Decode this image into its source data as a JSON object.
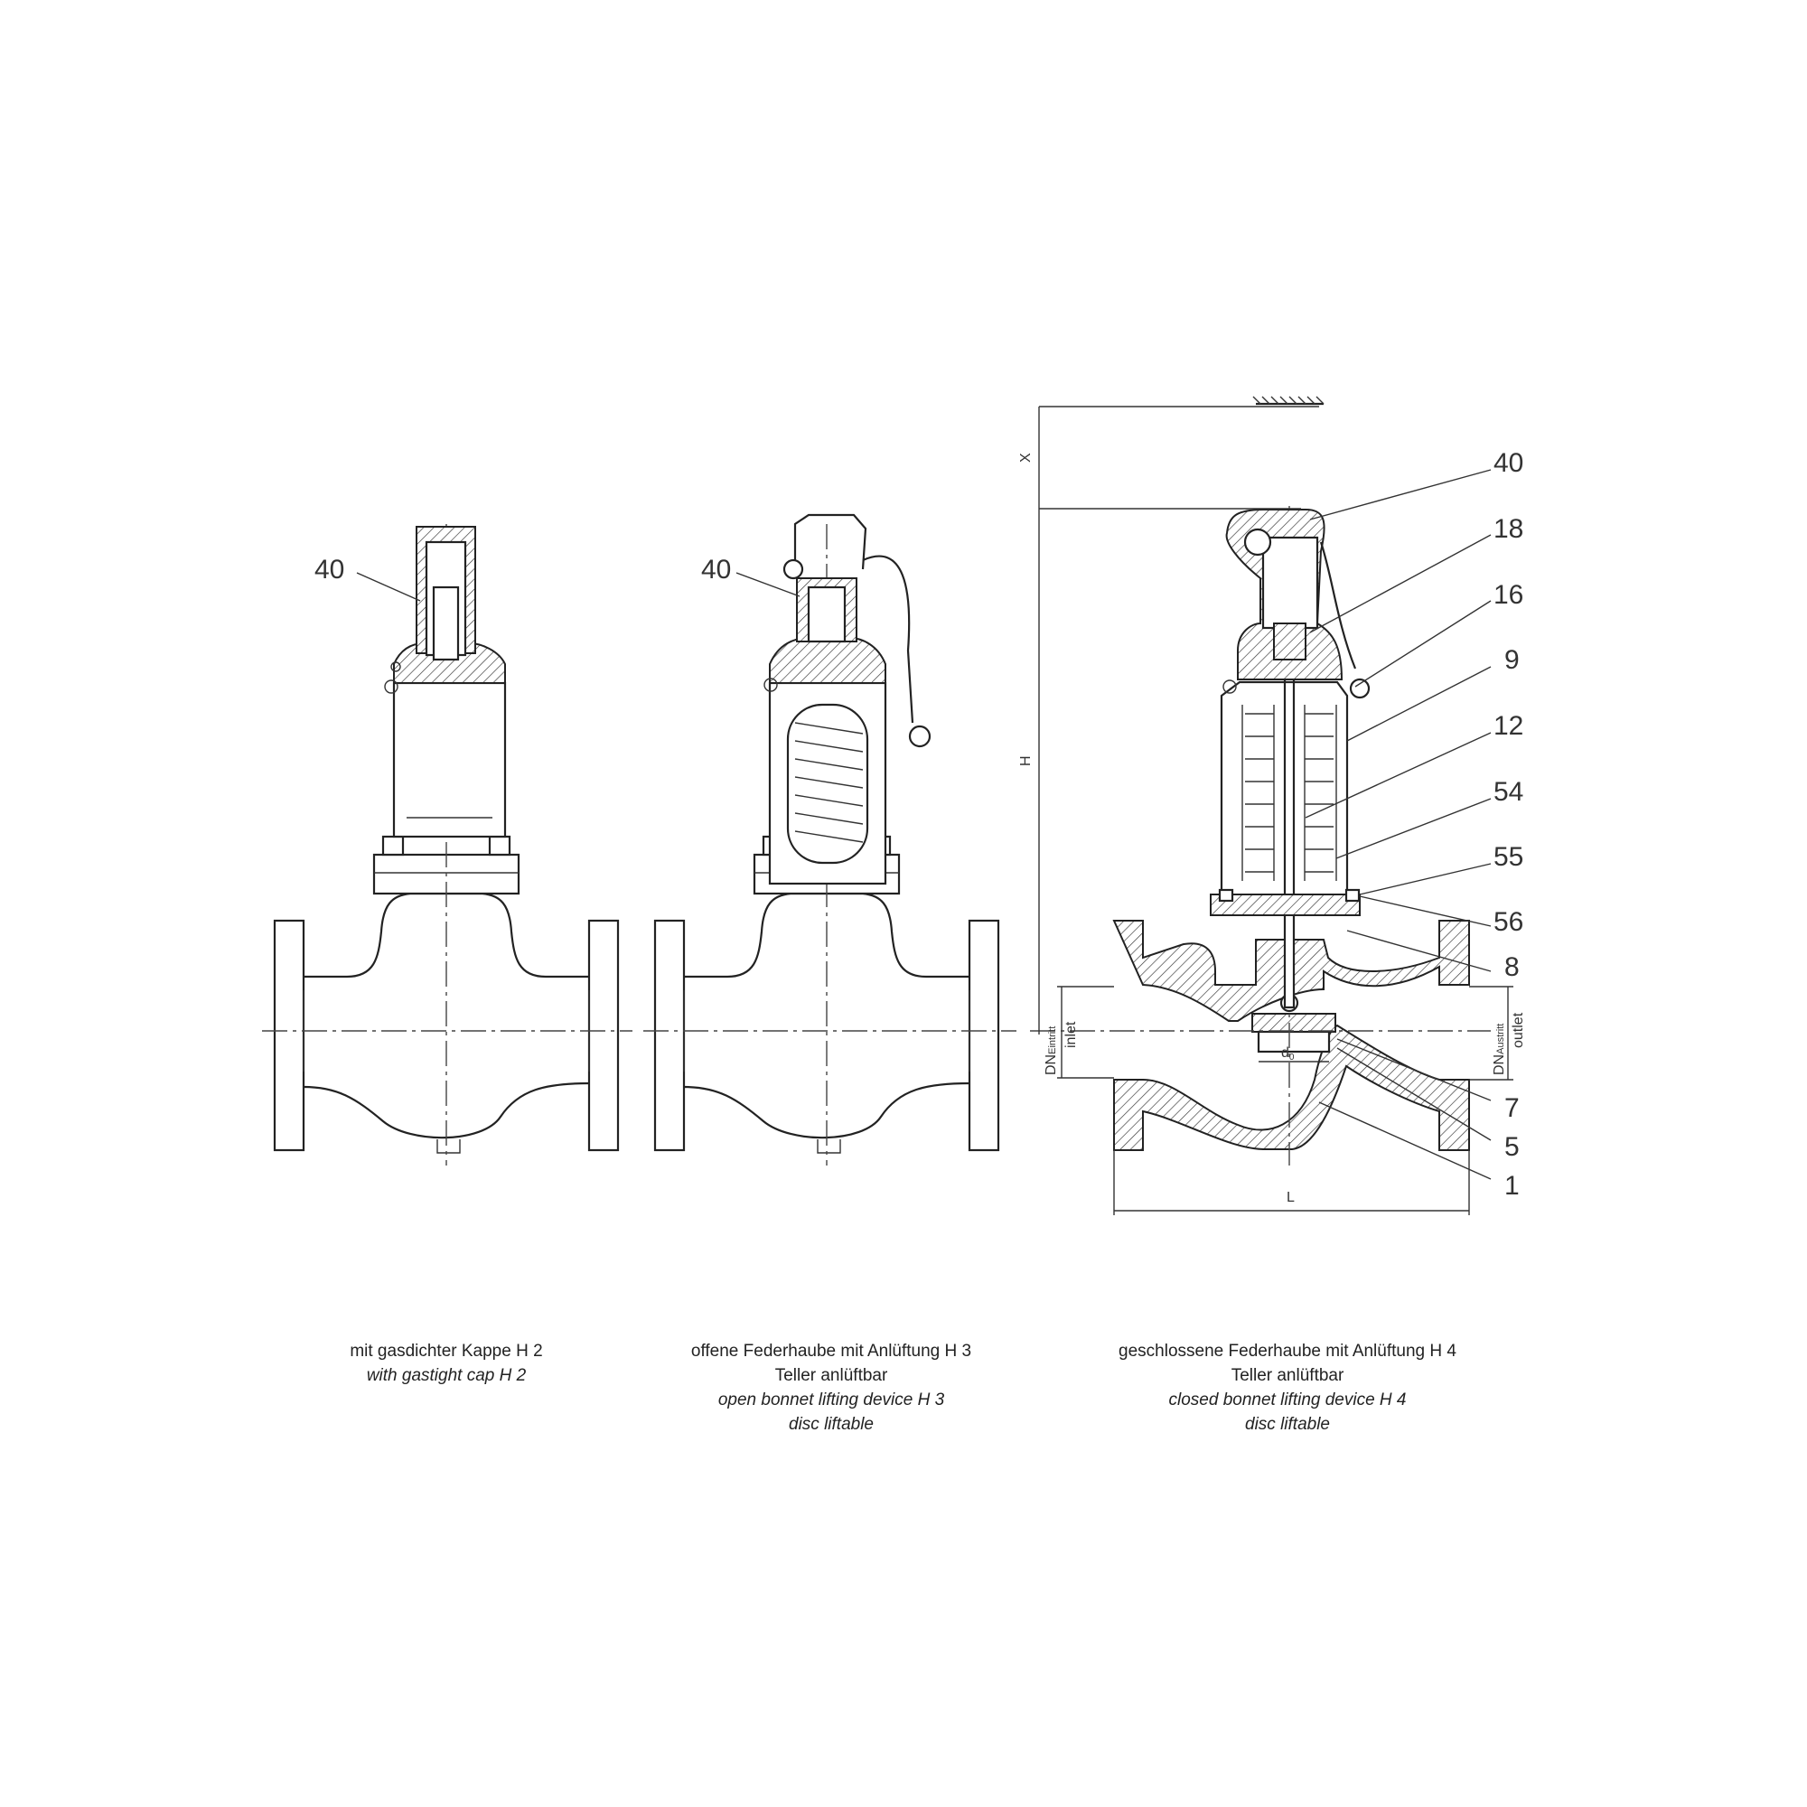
{
  "valves": [
    {
      "name": "H2",
      "part_label": "40",
      "caption_de": "mit gasdichter Kappe H 2",
      "caption_en": "with gastight cap H 2"
    },
    {
      "name": "H3",
      "part_label": "40",
      "caption_de": "offene Federhaube mit Anlüftung H 3",
      "caption_de2": "Teller anlüftbar",
      "caption_en": "open bonnet lifting device H 3",
      "caption_en2": "disc liftable"
    },
    {
      "name": "H4",
      "caption_de": "geschlossene Federhaube mit Anlüftung H 4",
      "caption_de2": "Teller anlüftbar",
      "caption_en": "closed bonnet lifting device H 4",
      "caption_en2": "disc liftable"
    }
  ],
  "part_numbers": [
    "40",
    "18",
    "16",
    "9",
    "12",
    "54",
    "55",
    "56",
    "8",
    "7",
    "5",
    "1"
  ],
  "dimensions": {
    "x": "X",
    "h": "H",
    "l": "L",
    "d0": "d",
    "d0_sub": "0",
    "dn": "DN",
    "inlet_de": "Eintritt",
    "inlet_en": "inlet",
    "outlet_de": "Austritt",
    "outlet_en": "outlet"
  }
}
